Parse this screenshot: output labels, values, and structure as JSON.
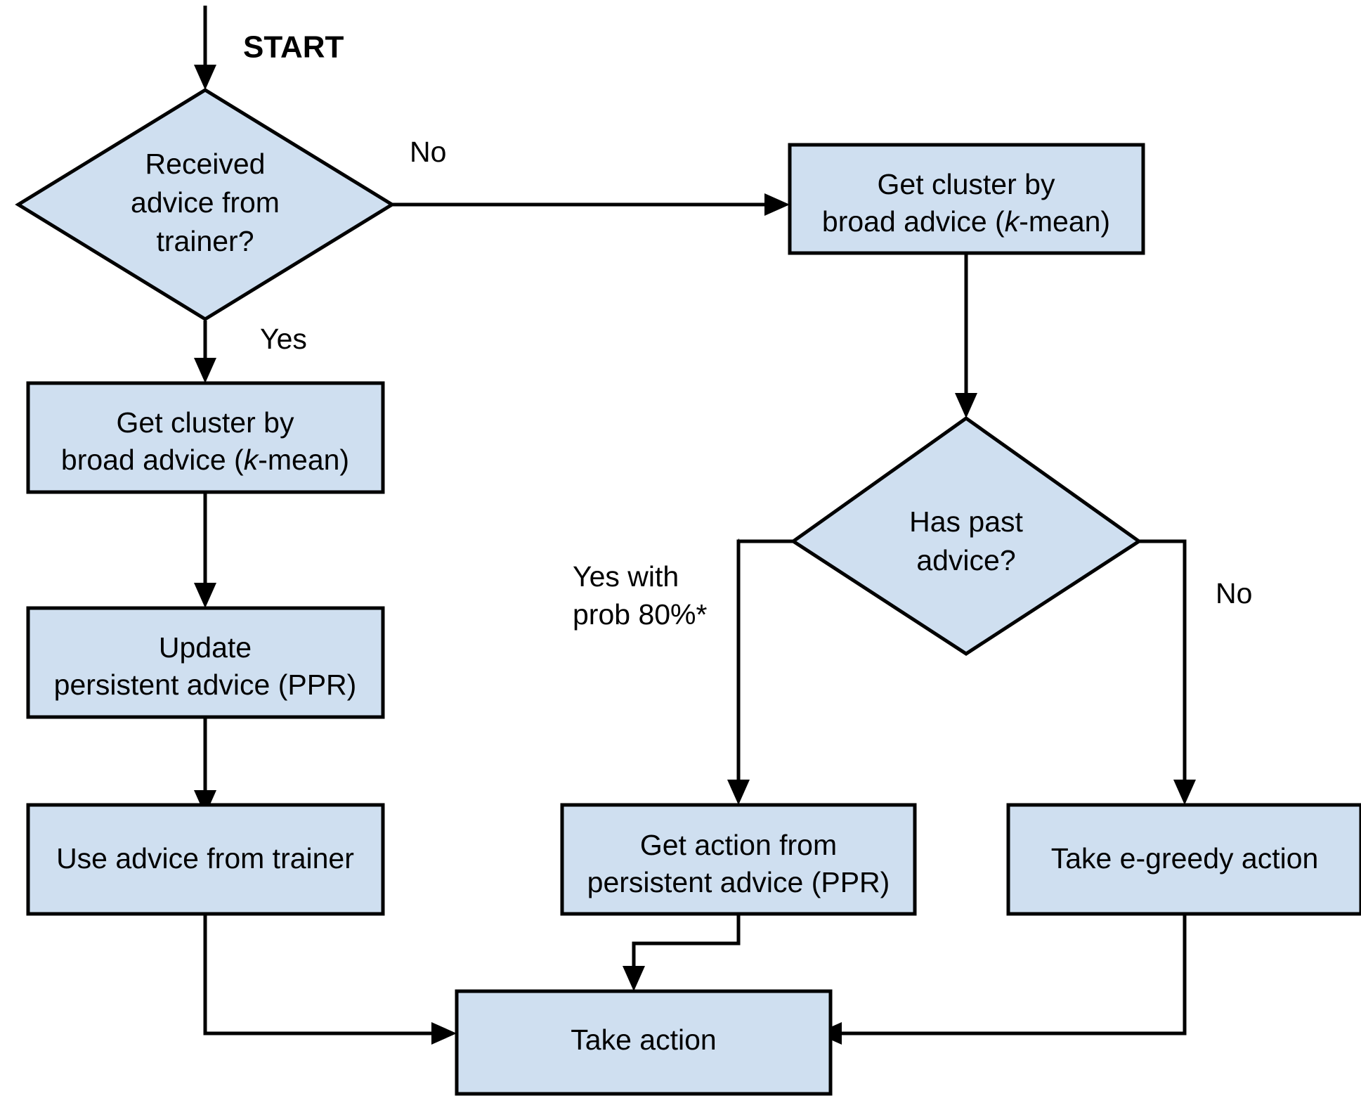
{
  "diagram": {
    "title": "START",
    "start_label": "START",
    "colors": {
      "node_fill": "#cfdff0",
      "node_stroke": "#000000",
      "connector": "#000000",
      "background": "#ffffff"
    },
    "nodes": [
      {
        "id": "received-advice-decision",
        "type": "decision",
        "lines": [
          "Received",
          "advice from",
          "trainer?"
        ]
      },
      {
        "id": "get-cluster-right",
        "type": "process",
        "lines": [
          "Get cluster by",
          "broad advice (k-mean)"
        ],
        "line2_pre": "broad advice (",
        "line2_italic": "k",
        "line2_post": "-mean)"
      },
      {
        "id": "get-cluster-left",
        "type": "process",
        "lines": [
          "Get cluster by",
          "broad advice (k-mean)"
        ],
        "line2_pre": "broad advice (",
        "line2_italic": "k",
        "line2_post": "-mean)"
      },
      {
        "id": "has-past-advice-decision",
        "type": "decision",
        "lines": [
          "Has past",
          "advice?"
        ]
      },
      {
        "id": "update-persistent-advice",
        "type": "process",
        "lines": [
          "Update",
          "persistent advice (PPR)"
        ]
      },
      {
        "id": "use-advice-from-trainer",
        "type": "process",
        "lines": [
          "Use advice from trainer"
        ]
      },
      {
        "id": "get-action-from-ppr",
        "type": "process",
        "lines": [
          "Get action from",
          "persistent advice (PPR)"
        ]
      },
      {
        "id": "take-e-greedy-action",
        "type": "process",
        "lines": [
          "Take e-greedy action"
        ]
      },
      {
        "id": "take-action",
        "type": "process",
        "lines": [
          "Take action"
        ]
      }
    ],
    "edge_labels": {
      "received_no": "No",
      "received_yes": "Yes",
      "past_yes": "Yes with",
      "past_yes_line2": "prob 80%*",
      "past_no": "No"
    },
    "node_text": {
      "received_l1": "Received",
      "received_l2": "advice from",
      "received_l3": "trainer?",
      "cluster_l1": "Get cluster by",
      "cluster_l2_pre": "broad advice (",
      "cluster_l2_k": "k",
      "cluster_l2_post": "-mean)",
      "haspast_l1": "Has past",
      "haspast_l2": "advice?",
      "update_l1": "Update",
      "update_l2": "persistent advice (PPR)",
      "usetrainer_l1": "Use advice from trainer",
      "getaction_l1": "Get action from",
      "getaction_l2": "persistent advice (PPR)",
      "egreedy_l1": "Take e-greedy action",
      "takeaction_l1": "Take action"
    }
  }
}
